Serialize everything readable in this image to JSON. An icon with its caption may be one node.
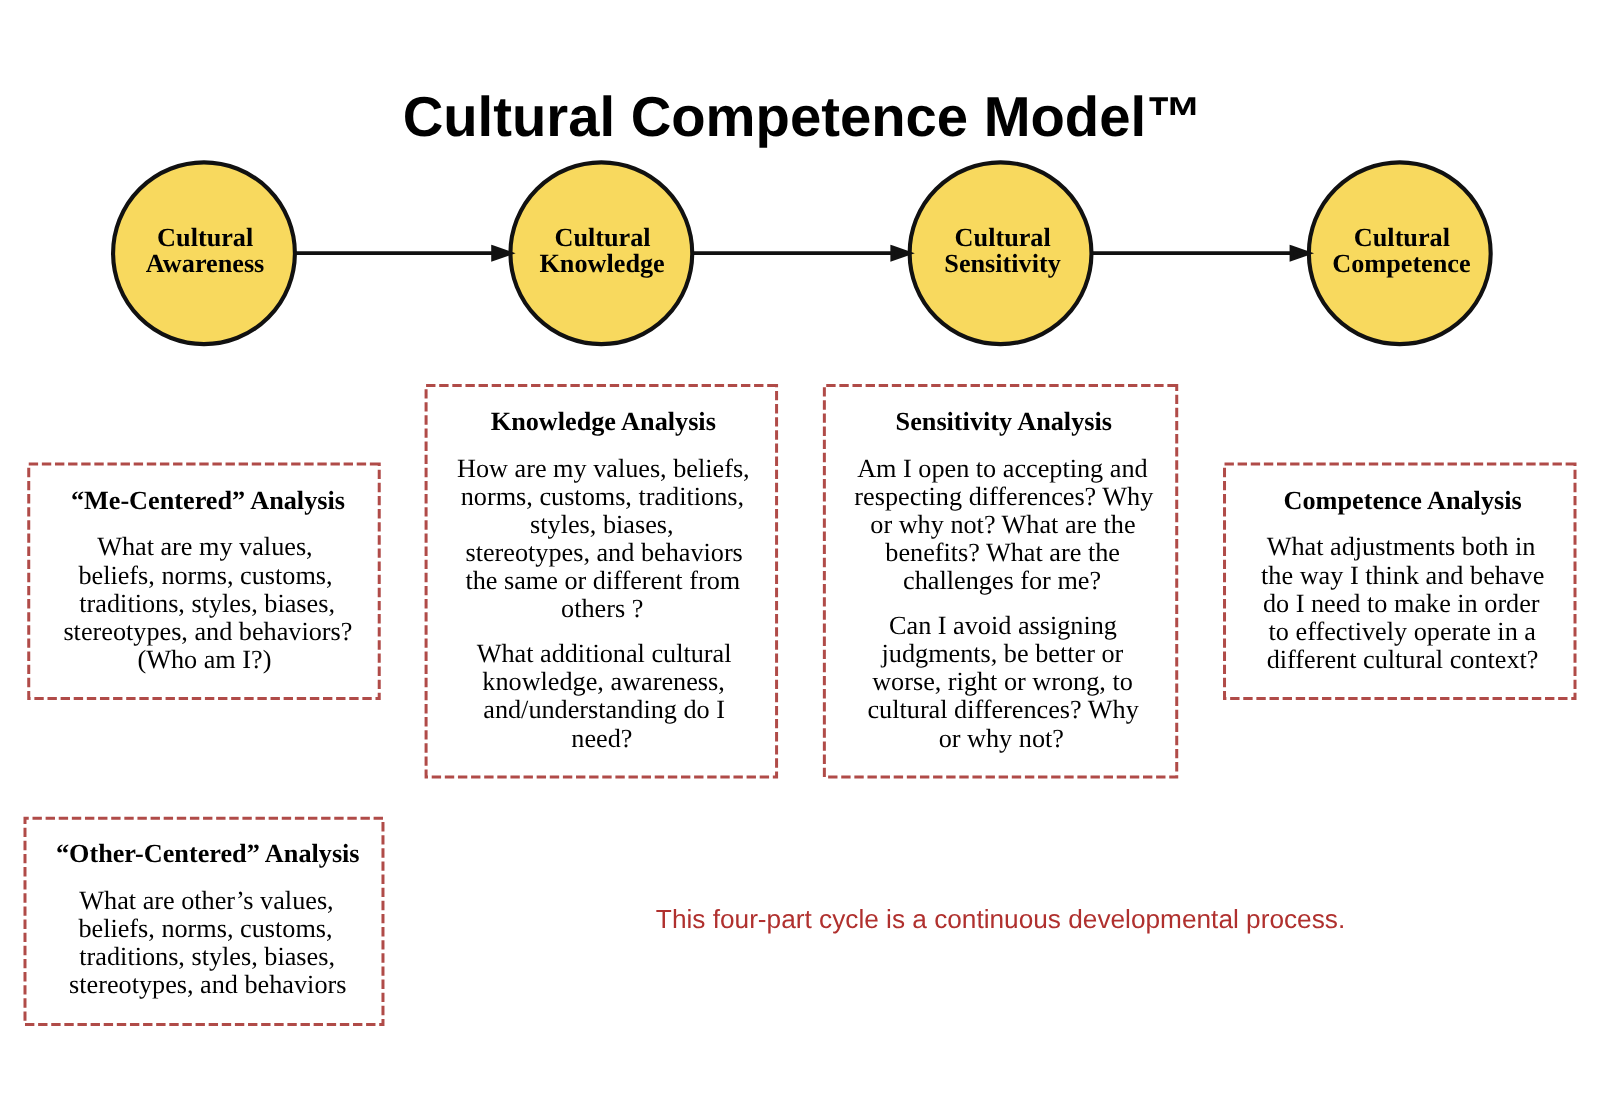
{
  "diagram": {
    "title": "Cultural Competence Model™",
    "nodes": [
      {
        "text": [
          "Cultural Awareness"
        ]
      },
      {
        "text": [
          "Cultural Knowledge"
        ]
      },
      {
        "text": [
          "Cultural Sensitivity"
        ]
      },
      {
        "text": [
          "Cultural Competence"
        ]
      },
      {
        "text": [
          "“Me-Centered” Analysis",
          "What are my values, beliefs, norms, customs, traditions, styles, biases, stereotypes, and behaviors? (Who am I?)"
        ]
      },
      {
        "text": [
          "“Other-Centered” Analysis",
          "What are other’s values, beliefs, norms, customs, traditions, styles, biases, stereotypes, and behaviors"
        ]
      },
      {
        "text": [
          "Knowledge Analysis",
          "How are my values, beliefs, norms, customs, traditions, styles, biases, stereotypes, and behaviors the same or different from others ?",
          "What additional cultural knowledge, awareness, and/understanding do I need?"
        ]
      },
      {
        "text": [
          "Sensitivity Analysis",
          "Am I open to accepting and respecting differences? Why or why not? What are the benefits? What are the challenges for me?",
          "Can I avoid assigning judgments, be better or worse, right or wrong, to cultural differences? Why or why not?"
        ]
      },
      {
        "text": [
          "Competence Analysis",
          "What adjustments both in the way I think and behave do I need to make in order to effectively operate in a different cultural context?"
        ]
      }
    ],
    "edges": [
      {
        "from": 0,
        "to": 1,
        "arrow": "to"
      },
      {
        "from": 1,
        "to": 2,
        "arrow": "to"
      },
      {
        "from": 2,
        "to": 3,
        "arrow": "to"
      }
    ],
    "labels": [
      "This four-part cycle is a continuous developmental process."
    ]
  }
}
